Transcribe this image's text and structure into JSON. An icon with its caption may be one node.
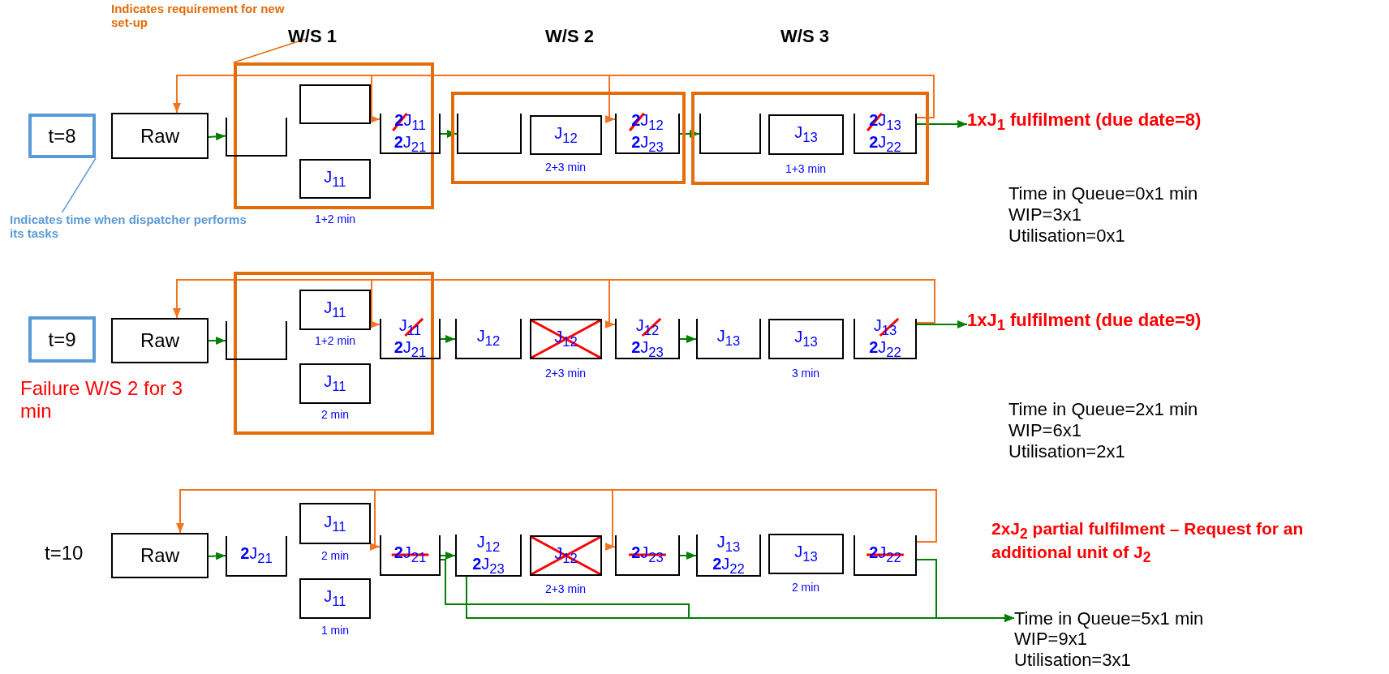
{
  "diagram": {
    "nodes": [
      {
        "text": [
          "Indicates requirement for new set-up"
        ]
      },
      {
        "text": [
          "t=8"
        ]
      },
      {
        "text": [
          "Raw"
        ]
      },
      {
        "text": [],
        "shape": "box",
        "beside": [
          "1+2 min"
        ]
      },
      {
        "text": [],
        "shape": "box"
      },
      {
        "text": [],
        "shape": "box",
        "in": 3
      },
      {
        "text": [
          "J$_{11}$"
        ],
        "in": 3
      },
      {
        "text": [
          "**2**J$_{11}$",
          "**2**J$_{21}$"
        ]
      },
      {
        "text": [],
        "shape": "box"
      },
      {
        "text": [],
        "shape": "box",
        "in": 8
      },
      {
        "text": [
          "J$_{12}$"
        ],
        "in": 8,
        "beside": [
          "2+3 min"
        ]
      },
      {
        "text": [
          "**2**J$_{12}$",
          "**2**J$_{23}$"
        ],
        "in": 8
      },
      {
        "text": [],
        "shape": "box"
      },
      {
        "text": [],
        "shape": "box",
        "in": 12
      },
      {
        "text": [
          "J$_{13}$"
        ],
        "in": 12,
        "beside": [
          "1+3 min"
        ]
      },
      {
        "text": [
          "**2**J$_{13}$",
          "**2**J$_{22}$"
        ],
        "in": 12
      },
      {
        "text": [
          "1xJ$_{1}$ fulfilment (due date=8)"
        ]
      },
      {
        "text": [
          "Indicates time when dispatcher performs its tasks"
        ]
      },
      {
        "text": [
          "t=9"
        ]
      },
      {
        "text": [
          "Raw"
        ]
      },
      {
        "text": [],
        "shape": "box"
      },
      {
        "text": [],
        "shape": "box"
      },
      {
        "text": [
          "J$_{11}$"
        ],
        "in": 20,
        "beside": [
          "1+2 min"
        ]
      },
      {
        "text": [
          "J$_{11}$"
        ],
        "in": 20,
        "beside": [
          "2 min"
        ]
      },
      {
        "text": [
          "J$_{11}$",
          "**2**J$_{21}$"
        ]
      },
      {
        "text": [
          "J$_{12}$"
        ]
      },
      {
        "text": [
          "J$_{12}$"
        ],
        "beside": [
          "2+3 min"
        ]
      },
      {
        "text": [
          "J$_{12}$",
          "**2**J$_{23}$"
        ]
      },
      {
        "text": [
          "J$_{13}$"
        ]
      },
      {
        "text": [
          "J$_{13}$"
        ],
        "beside": [
          "3 min"
        ]
      },
      {
        "text": [
          "J$_{13}$",
          "**2**J$_{22}$"
        ]
      },
      {
        "text": [
          "1xJ$_{1}$ fulfilment (due date=9)"
        ]
      },
      {
        "text": [
          "Raw"
        ]
      },
      {
        "text": [
          "**2**J$_{21}$"
        ]
      },
      {
        "text": [
          "J$_{11}$"
        ],
        "beside": [
          "2 min"
        ]
      },
      {
        "text": [
          "J$_{11}$"
        ],
        "beside": [
          "1 min"
        ]
      },
      {
        "text": [
          "**2**J$_{21}$"
        ]
      },
      {
        "text": [
          "J$_{12}$",
          "**2**J$_{23}$"
        ]
      },
      {
        "text": [
          "J$_{12}$"
        ],
        "beside": [
          "2+3 min"
        ]
      },
      {
        "text": [
          "**2**J$_{23}$"
        ]
      },
      {
        "text": [
          "J$_{13}$",
          "**2**J$_{22}$"
        ]
      },
      {
        "text": [
          "J$_{13}$"
        ],
        "beside": [
          "2 min"
        ]
      },
      {
        "text": [
          "**2**J$_{22}$"
        ]
      },
      {
        "text": [
          "Time in Queue=5x1 min",
          "WIP=9x1",
          "Utilisation=3x1"
        ]
      }
    ],
    "edges": [
      {
        "from": 0,
        "to": 3,
        "arrow": "none",
        "color": "#e46c0a"
      },
      {
        "from": 17,
        "to": 1,
        "arrow": "none",
        "color": "#5b9bd5"
      },
      {
        "from": 2,
        "to": 4,
        "arrow": "to"
      },
      {
        "from": 7,
        "to": 9,
        "arrow": "to"
      },
      {
        "from": 11,
        "to": 13,
        "arrow": "to"
      },
      {
        "from": 15,
        "to": 16,
        "arrow": "to"
      },
      {
        "from": 15,
        "to": 2,
        "arrow": "to",
        "color": "#f47320"
      },
      {
        "from": 15,
        "to": 7,
        "arrow": "to",
        "color": "#f47320"
      },
      {
        "from": 15,
        "to": 11,
        "arrow": "to",
        "color": "#f47320"
      },
      {
        "from": 19,
        "to": 21,
        "arrow": "to"
      },
      {
        "from": 24,
        "to": 25,
        "arrow": "to"
      },
      {
        "from": 27,
        "to": 28,
        "arrow": "to"
      },
      {
        "from": 30,
        "to": 31,
        "arrow": "to"
      },
      {
        "from": 30,
        "to": 19,
        "arrow": "to",
        "color": "#f47320"
      },
      {
        "from": 30,
        "to": 24,
        "arrow": "to",
        "color": "#f47320"
      },
      {
        "from": 30,
        "to": 27,
        "arrow": "to",
        "color": "#f47320"
      },
      {
        "from": 32,
        "to": 33,
        "arrow": "to"
      },
      {
        "from": 36,
        "to": 37,
        "arrow": "to"
      },
      {
        "from": 39,
        "to": 40,
        "arrow": "to"
      },
      {
        "from": 42,
        "to": 32,
        "arrow": "to",
        "color": "#f47320"
      },
      {
        "from": 42,
        "to": 36,
        "arrow": "to",
        "color": "#f47320"
      },
      {
        "from": 42,
        "to": 39,
        "arrow": "to",
        "color": "#f47320"
      },
      {
        "from": 36,
        "to": 43,
        "arrow": "to"
      },
      {
        "from": 37,
        "to": 43,
        "arrow": "to"
      },
      {
        "from": 42,
        "to": 43,
        "arrow": "to"
      }
    ],
    "labels": [
      "W/S 1",
      "W/S 2",
      "W/S 3",
      "Time in Queue=0x1 min",
      "WIP=3x1",
      "Utilisation=0x1",
      "Failure W/S 2 for 3 min",
      "Time in Queue=2x1 min",
      "WIP=6x1",
      "Utilisation=2x1",
      "t=10",
      "2xJ$_{2}$ partial fulfilment – Request for an additional unit of J$_{2}$"
    ]
  }
}
